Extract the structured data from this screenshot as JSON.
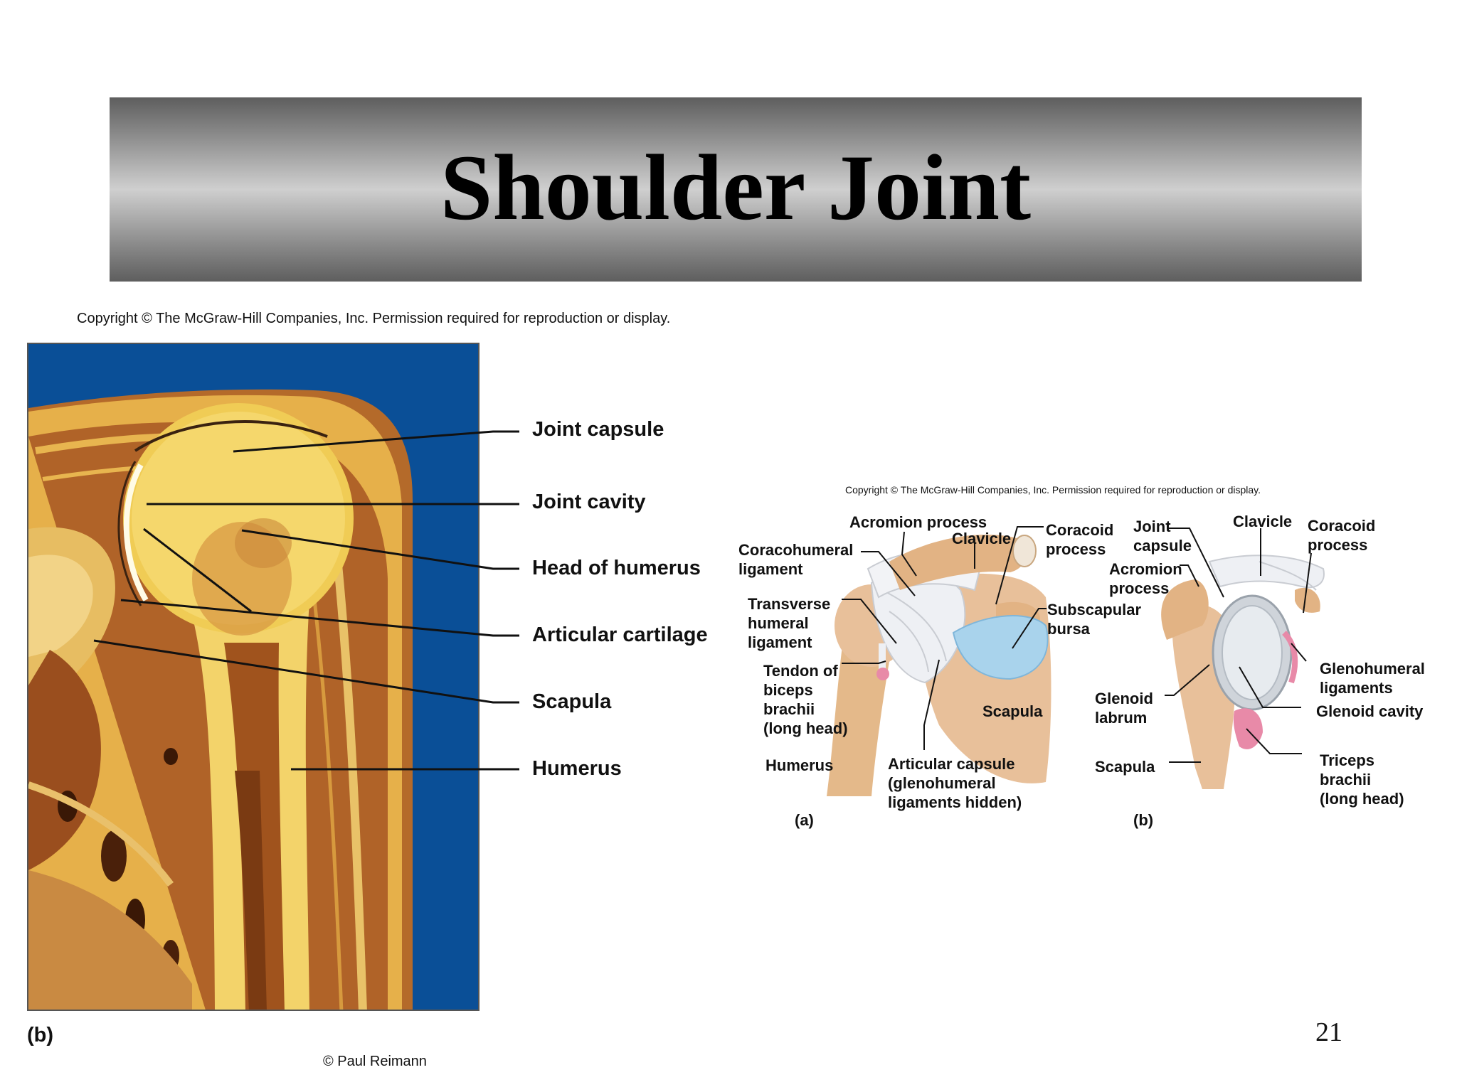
{
  "title": "Shoulder Joint",
  "copyright_main": "Copyright © The McGraw-Hill Companies, Inc. Permission required for reproduction or display.",
  "copyright_small": "Copyright © The McGraw-Hill Companies, Inc. Permission required for reproduction or display.",
  "photo": {
    "labels": {
      "joint_capsule": "Joint capsule",
      "joint_cavity": "Joint cavity",
      "head_of_humerus": "Head of humerus",
      "articular_cartilage": "Articular cartilage",
      "scapula": "Scapula",
      "humerus": "Humerus"
    },
    "panel_letter": "(b)",
    "credit": "© Paul Reimann"
  },
  "diagram_a": {
    "panel_letter": "(a)",
    "labels": {
      "acromion_process": "Acromion process",
      "clavicle": "Clavicle",
      "coracoid_process": [
        "Coracoid",
        "process"
      ],
      "coracohumeral_ligament": [
        "Coracohumeral",
        "ligament"
      ],
      "transverse_humeral_ligament": [
        "Transverse",
        "humeral",
        "ligament"
      ],
      "subscapular_bursa": [
        "Subscapular",
        "bursa"
      ],
      "tendon_of_biceps": [
        "Tendon of",
        "biceps",
        "brachii",
        "(long head)"
      ],
      "scapula": "Scapula",
      "humerus": "Humerus",
      "articular_capsule": [
        "Articular capsule",
        "(glenohumeral",
        "ligaments hidden)"
      ]
    }
  },
  "diagram_b": {
    "panel_letter": "(b)",
    "labels": {
      "joint_capsule": [
        "Joint",
        "capsule"
      ],
      "clavicle": "Clavicle",
      "coracoid_process": [
        "Coracoid",
        "process"
      ],
      "acromion_process": [
        "Acromion",
        "process"
      ],
      "glenohumeral_ligaments": [
        "Glenohumeral",
        "ligaments"
      ],
      "glenoid_labrum": [
        "Glenoid",
        "labrum"
      ],
      "glenoid_cavity": "Glenoid cavity",
      "scapula": "Scapula",
      "triceps_brachii": [
        "Triceps",
        "brachii",
        "(long head)"
      ]
    }
  },
  "page_number": "21",
  "colors": {
    "photo_background": "#0a4f97",
    "bone": "#f2cf5a",
    "tissue": "#9c5a22",
    "bursa": "#a9d3ec",
    "ligament": "#eef0f4",
    "diagram_bone": "#e4b98a"
  }
}
